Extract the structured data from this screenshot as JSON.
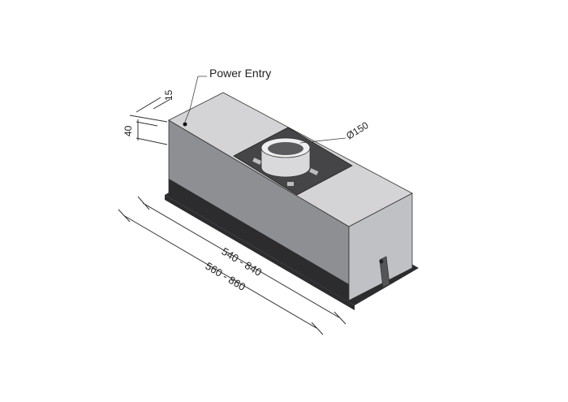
{
  "labels": {
    "power_entry": "Power Entry",
    "duct_diameter": "Ø150",
    "dim_top": "15",
    "dim_side": "40",
    "dim_inner_length": "540 - 840",
    "dim_outer_length": "560 - 860"
  },
  "colors": {
    "top_face": "#d4d4d6",
    "front_face": "#8e8f93",
    "side_face": "#c0c1c4",
    "plate": "#454548",
    "frame": "#2c2c2e",
    "spigot": "#d9d9db",
    "line": "#333333"
  }
}
